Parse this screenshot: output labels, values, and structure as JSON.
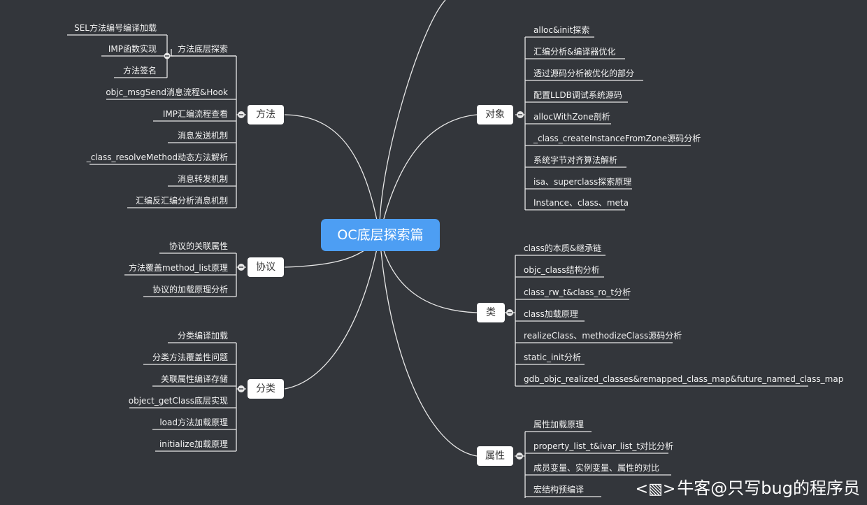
{
  "center": {
    "label": "OC底层探索篇"
  },
  "branches": {
    "method": {
      "label": "方法"
    },
    "protocol": {
      "label": "协议"
    },
    "category": {
      "label": "分类"
    },
    "object": {
      "label": "对象"
    },
    "class": {
      "label": "类"
    },
    "property": {
      "label": "属性"
    }
  },
  "method": {
    "sub": {
      "label": "方法底层探索"
    },
    "sub_items": [
      "SEL方法编号编译加载",
      "IMP函数实现",
      "方法签名"
    ],
    "items": [
      "objc_msgSend消息流程&Hook",
      "IMP汇编流程查看",
      "消息发送机制",
      "_class_resolveMethod动态方法解析",
      "消息转发机制",
      "汇编反汇编分析消息机制"
    ]
  },
  "protocol": {
    "items": [
      "协议的关联属性",
      "方法覆盖method_list原理",
      "协议的加载原理分析"
    ]
  },
  "category": {
    "items": [
      "分类编译加载",
      "分类方法覆盖性问题",
      "关联属性编译存储",
      "object_getClass底层实现",
      "load方法加载原理",
      "initialize加载原理"
    ]
  },
  "object": {
    "items": [
      "alloc&init探索",
      "汇编分析&编译器优化",
      "透过源码分析被优化的部分",
      "配置LLDB调试系统源码",
      "allocWithZone剖析",
      "_class_createInstanceFromZone源码分析",
      "系统字节对齐算法解析",
      "isa、superclass探索原理",
      "Instance、class、meta"
    ]
  },
  "class": {
    "items": [
      "class的本质&继承链",
      "objc_class结构分析",
      "class_rw_t&class_ro_t分析",
      "class加载原理",
      "realizeClass、methodizeClass源码分析",
      "static_init分析",
      "gdb_objc_realized_classes&remapped_class_map&future_named_class_map"
    ]
  },
  "property": {
    "items": [
      "属性加载原理",
      "property_list_t&ivar_list_t对比分析",
      "成员变量、实例变量、属性的对比",
      "宏结构预编译"
    ]
  },
  "watermark": {
    "text": "牛客@只写bug的程序员"
  }
}
